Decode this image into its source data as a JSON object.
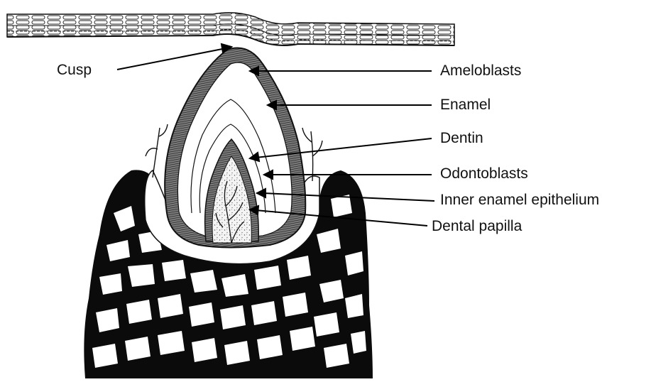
{
  "diagram": {
    "labels": {
      "cusp": "Cusp",
      "ameloblasts": "Ameloblasts",
      "enamel": "Enamel",
      "dentin": "Dentin",
      "odontoblasts": "Odontoblasts",
      "inner_enamel_epithelium": "Inner enamel epithelium",
      "dental_papilla": "Dental papilla"
    }
  }
}
